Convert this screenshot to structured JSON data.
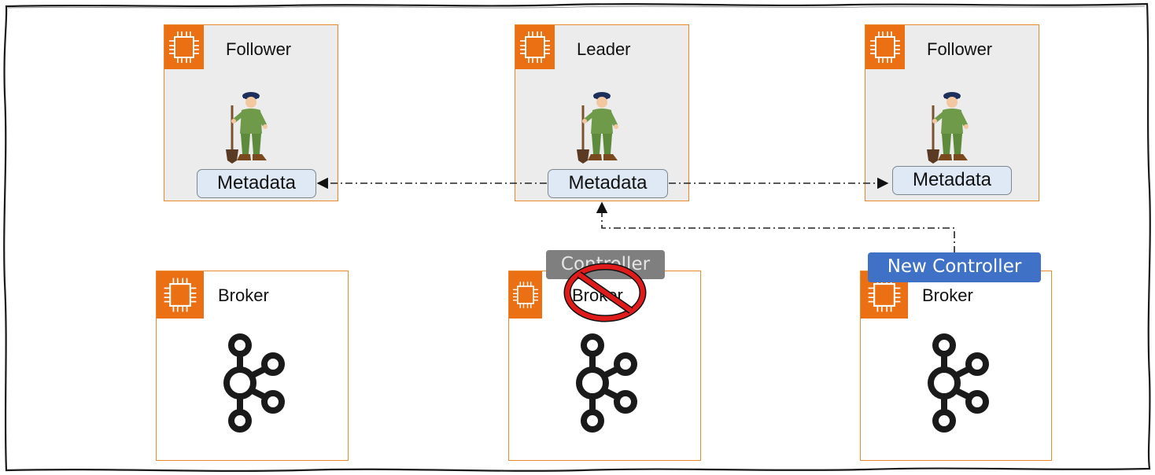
{
  "zookeeper": [
    {
      "role": "Follower",
      "store_label": "Metadata"
    },
    {
      "role": "Leader",
      "store_label": "Metadata"
    },
    {
      "role": "Follower",
      "store_label": "Metadata"
    }
  ],
  "brokers": [
    {
      "label": "Broker"
    },
    {
      "label": "Broker"
    },
    {
      "label": "Broker"
    }
  ],
  "badges": {
    "old_controller": "Controller",
    "new_controller": "New Controller"
  },
  "colors": {
    "node_border": "#e8892e",
    "chip_fill": "#ea7013",
    "metadata_fill": "#dfe9f5",
    "old_controller_fill": "#7f7f7f",
    "new_controller_fill": "#3f71c6",
    "prohibited_red": "#e01b1b"
  }
}
